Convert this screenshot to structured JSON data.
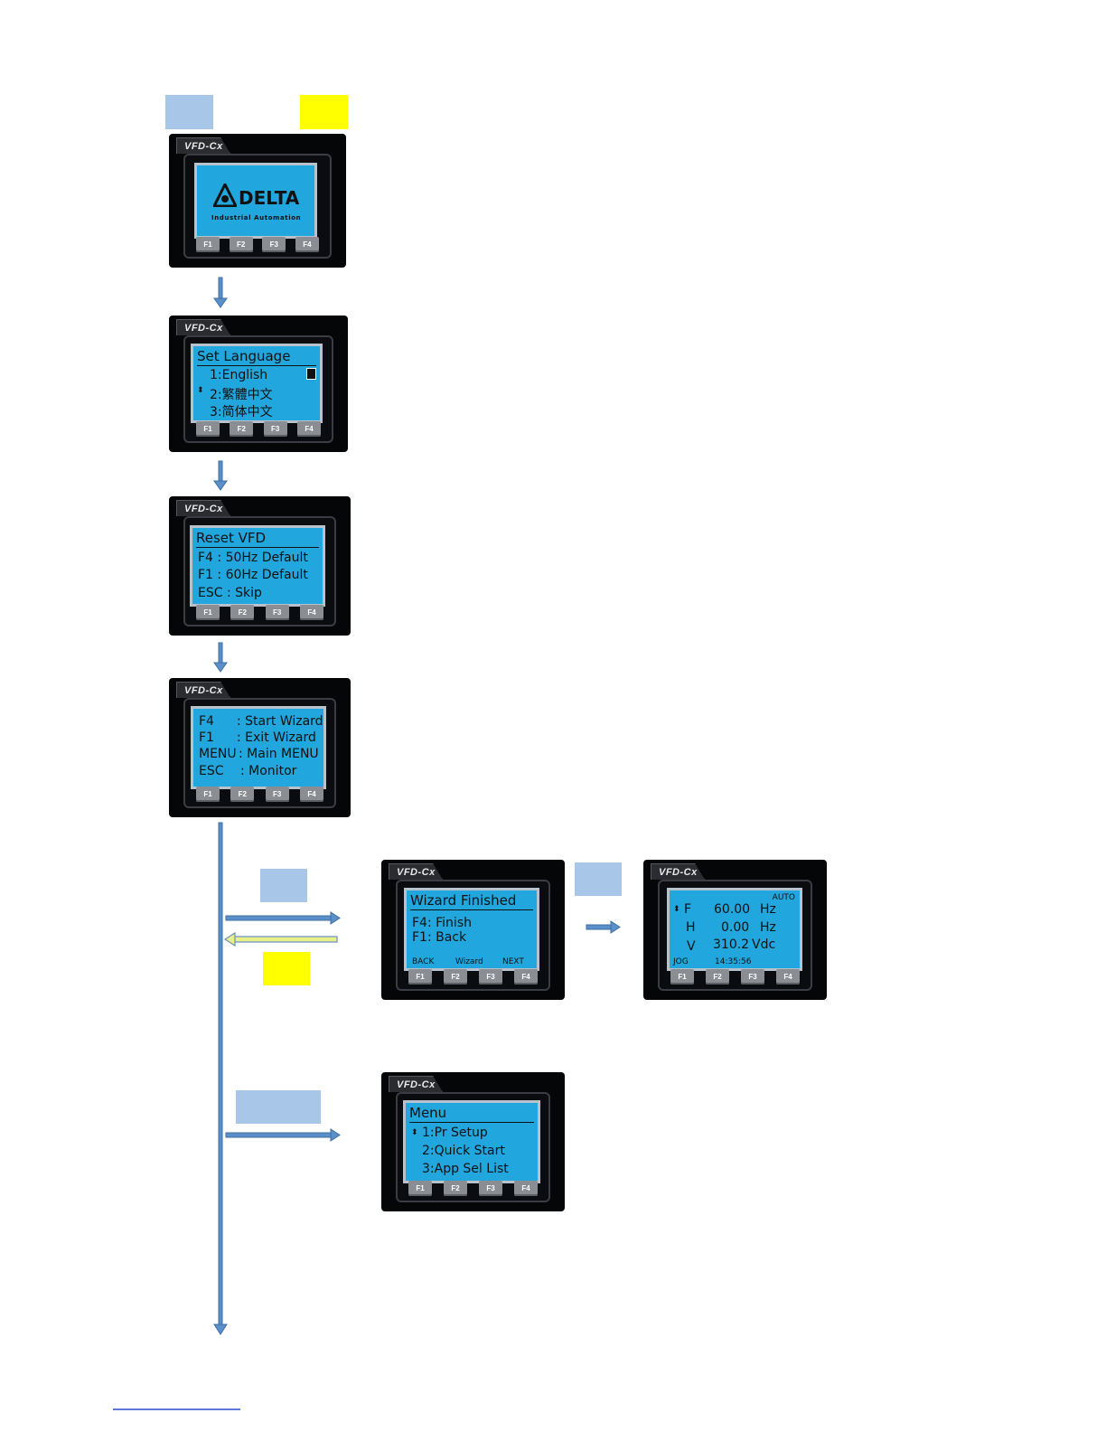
{
  "legend": {
    "blue_color": "#a8c6e8",
    "yellow_color": "#ffff00"
  },
  "brand": {
    "model": "VFD-Cx",
    "logo": "DELTA",
    "tagline": "Industrial Automation"
  },
  "fkeys": [
    "F1",
    "F2",
    "F3",
    "F4"
  ],
  "screens": {
    "language": {
      "title": "Set Language",
      "items": [
        "1:English",
        "2:繁體中文",
        "3:简体中文"
      ]
    },
    "reset": {
      "title": "Reset VFD",
      "items": [
        "F4 : 50Hz  Default",
        "F1 : 60Hz  Default",
        "ESC : Skip"
      ]
    },
    "wizard_start": {
      "rows": [
        {
          "key": "F4",
          "text": ": Start Wizard"
        },
        {
          "key": "F1",
          "text": ": Exit Wizard"
        },
        {
          "key": "MENU",
          "text": ": Main MENU"
        },
        {
          "key": "ESC",
          "text": ": Monitor"
        }
      ]
    },
    "wizard_finished": {
      "title": "Wizard Finished",
      "items": [
        "F4: Finish",
        "F1: Back"
      ],
      "footer": [
        "BACK",
        "Wizard",
        "NEXT"
      ]
    },
    "monitor": {
      "mode": "AUTO",
      "rows": [
        {
          "label": "F",
          "value": "60.00",
          "unit": "Hz"
        },
        {
          "label": "H",
          "value": "0.00",
          "unit": "Hz"
        },
        {
          "label": "V",
          "value": "310.2",
          "unit": "Vdc"
        }
      ],
      "status": "JOG",
      "time": "14:35:56"
    },
    "menu": {
      "title": "Menu",
      "items": [
        "1:Pr Setup",
        "2:Quick Start",
        "3:App Sel List"
      ]
    }
  },
  "colors": {
    "lcd": "#21a6dd",
    "arrow_blue": "#5b8fc9",
    "arrow_yellow": "#e8f08a"
  }
}
